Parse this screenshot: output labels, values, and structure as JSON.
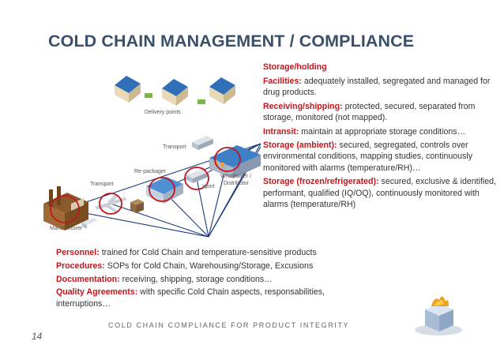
{
  "slide": {
    "title": "COLD CHAIN MANAGEMENT / COMPLIANCE",
    "page_number": "14",
    "footer": "COLD CHAIN COMPLIANCE FOR PRODUCT INTEGRITY"
  },
  "diagram": {
    "labels": {
      "delivery_points": "Delivery points",
      "transport_top": "Transport",
      "repackager": "Re-packager",
      "transport_left": "Transport",
      "transport_right": "sport",
      "wholesaler_1": "Wholesaler /",
      "wholesaler_2": "Distributor",
      "manufacturer": "Manufacturer"
    },
    "colors": {
      "highlight": "#c0161c",
      "lines": "#1a3a7a"
    }
  },
  "right_panel": {
    "storage_holding": "Storage/holding",
    "facilities": {
      "label": "Facilities:",
      "text": "adequately installed, segregated and managed for drug products."
    },
    "receiving": {
      "label": "Receiving/shipping:",
      "text": "protected, secured, separated from storage, monitored (not mapped)."
    },
    "intransit": {
      "label": "Intransit:",
      "text": "maintain at appropriate storage conditions…"
    },
    "ambient": {
      "label": "Storage (ambient):",
      "text": "secured, segregated, controls over environmental conditions, mapping studies, continuously monitored with alarms (temperature/RH)…"
    },
    "frozen": {
      "label": "Storage (frozen/refrigerated):",
      "text": "secured, exclusive & identified, performant, qualified (IQ/OQ), continuously monitored with alarms (temperature/RH)"
    }
  },
  "bottom_panel": {
    "personnel": {
      "label": "Personnel:",
      "text": "trained for Cold Chain and temperature-sensitive products"
    },
    "procedures": {
      "label": "Procedures:",
      "text": "SOPs for Cold Chain, Warehousing/Storage, Excusions"
    },
    "documentation": {
      "label": "Documentation:",
      "text": "receiving, shipping, storage conditions…"
    },
    "quality": {
      "label": "Quality Agreements:",
      "text": "with specific Cold Chain aspects, responsabilities, interruptions…"
    }
  }
}
